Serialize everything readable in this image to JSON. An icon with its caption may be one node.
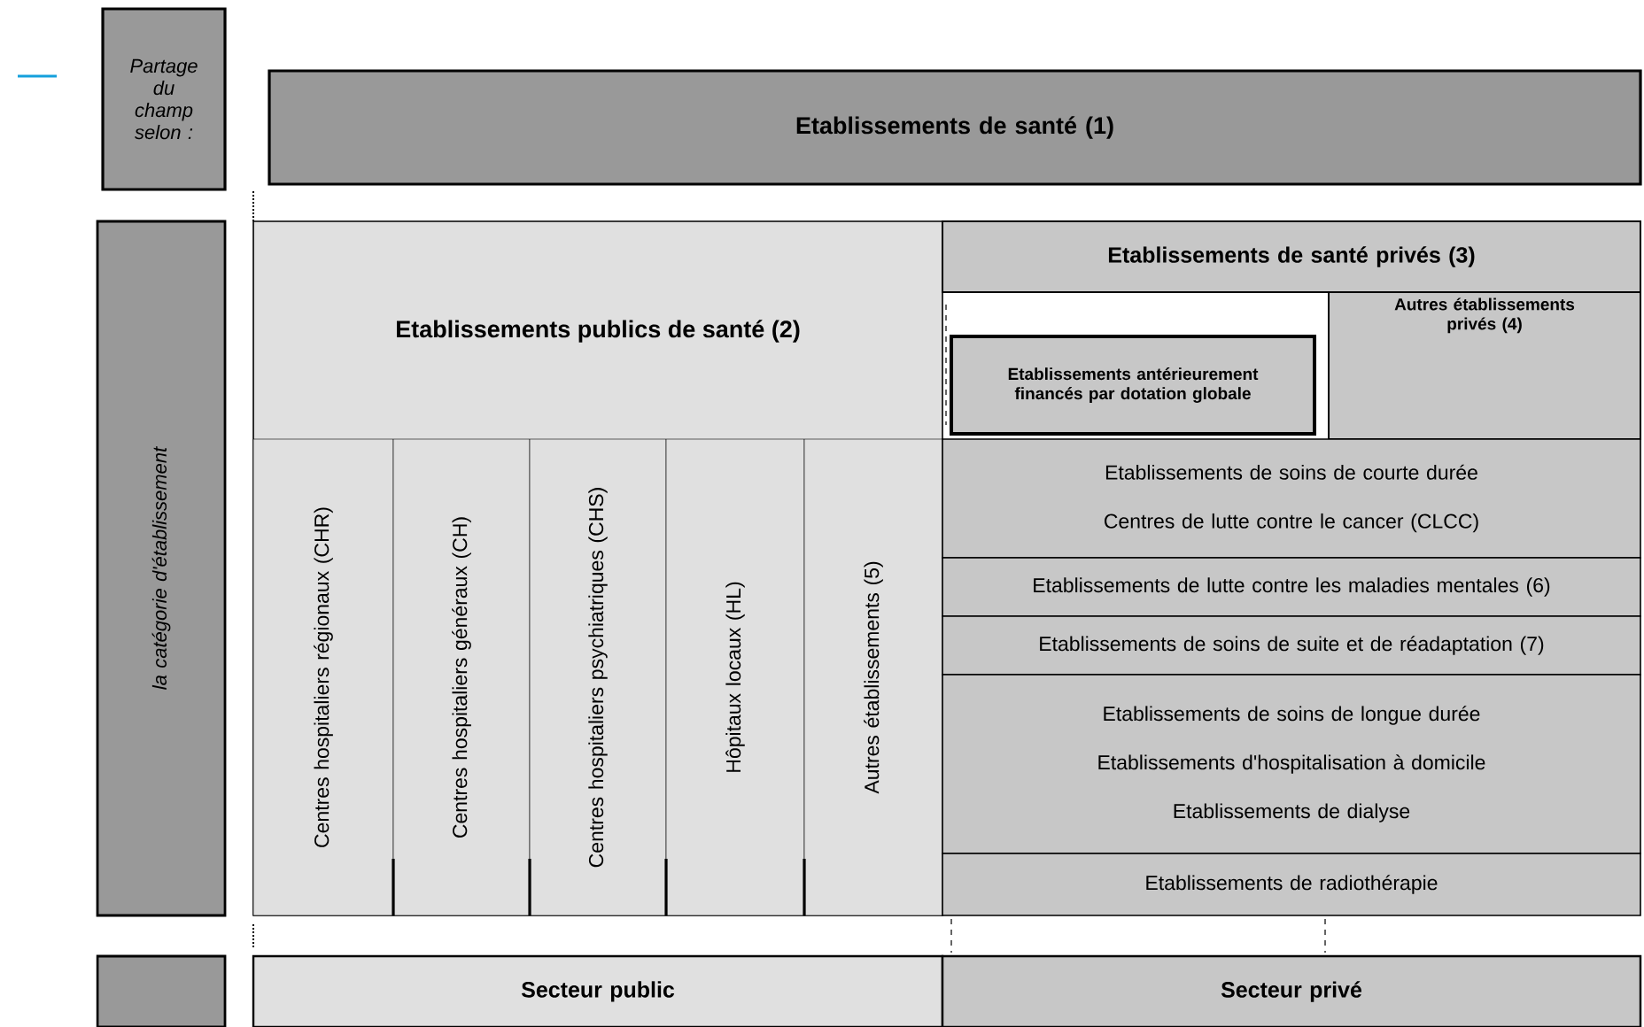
{
  "diagram": {
    "nodes": [
      {
        "text": [
          "Partage du champ selon :"
        ]
      },
      {
        "text": [
          "Etablissements de santé (1)"
        ]
      },
      {
        "text": [
          "la catégorie d'établissement"
        ]
      },
      {
        "text": [
          "Etablissements publics de santé (2)"
        ]
      },
      {
        "text": [
          "Centres hospitaliers régionaux (CHR)"
        ],
        "in": 3
      },
      {
        "text": [
          "Centres hospitaliers généraux (CH)"
        ],
        "in": 3
      },
      {
        "text": [
          "Centres hospitaliers psychiatriques (CHS)"
        ],
        "in": 3
      },
      {
        "text": [
          "Hôpitaux locaux (HL)"
        ],
        "in": 3
      },
      {
        "text": [
          "Autres établissements (5)"
        ],
        "in": 3
      },
      {
        "text": [
          "Etablissements de santé privés (3)"
        ]
      },
      {
        "text": [
          "Etablissements antérieurement financés par dotation globale"
        ]
      },
      {
        "text": [
          "Autres établissements privés (4)"
        ]
      },
      {
        "text": [
          "Etablissements de soins de courte durée",
          "Centres de lutte contre le cancer (CLCC)"
        ]
      },
      {
        "text": [
          "Etablissements de lutte contre les maladies mentales (6)"
        ]
      },
      {
        "text": [
          "Etablissements de soins de suite et de réadaptation (7)"
        ]
      },
      {
        "text": [
          "Etablissements de soins de longue durée",
          "Etablissements d'hospitalisation à domicile",
          "Etablissements de dialyse"
        ]
      },
      {
        "text": [
          "Etablissements de radiothérapie"
        ]
      },
      {
        "text": [],
        "shape": "box"
      },
      {
        "text": [
          "Secteur public"
        ]
      },
      {
        "text": [
          "Secteur privé"
        ]
      }
    ]
  }
}
